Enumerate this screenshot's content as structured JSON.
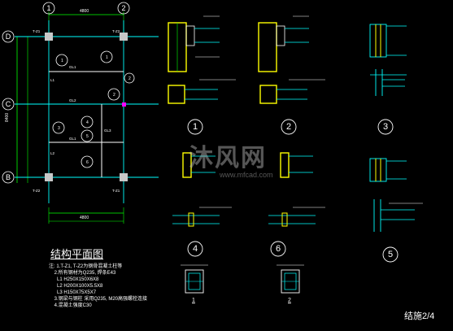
{
  "drawing": {
    "plan_title": "结构平面图",
    "notes": "注: 1.T-Z1, T-Z2为钢骨混凝土柱等\n    2.所有钢材为Q235, 焊条E43\n      L1 H250X150X6X8\n      L2 H200X100X5.5X8\n      L3 H150X75X5X7\n    3.钢梁与钢柱 采用Q235, M20高强螺栓连接\n    4.混凝土强度C30",
    "sheet_label": "结施2/4",
    "watermark_text": "沐风网",
    "watermark_url": "www.mfcad.com",
    "axes_top": [
      "1",
      "2"
    ],
    "axes_left": [
      "D",
      "C",
      "B"
    ],
    "details": [
      "1",
      "2",
      "3",
      "4",
      "5",
      "6"
    ],
    "sections": [
      "1",
      "2"
    ],
    "colors": {
      "background": "#000000",
      "grid_line": "#00ffff",
      "beam": "#ffffff",
      "green": "#00ff00",
      "yellow": "#ffff00",
      "magenta": "#ff00ff"
    }
  }
}
